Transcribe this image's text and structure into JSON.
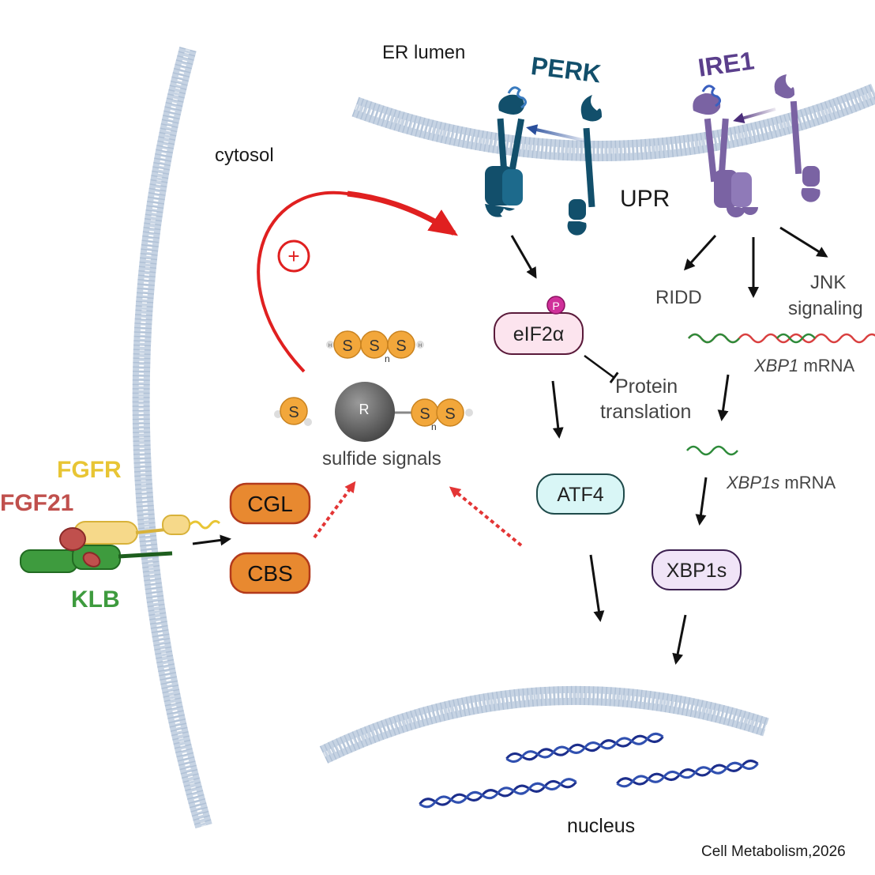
{
  "labels": {
    "er_lumen": "ER lumen",
    "cytosol": "cytosol",
    "perk": "PERK",
    "ire1": "IRE1",
    "upr": "UPR",
    "ridd": "RIDD",
    "jnk_line1": "JNK",
    "jnk_line2": "signaling",
    "xbp1_gene": "XBP1",
    "xbp1_suffix": " mRNA",
    "xbp1s_gene": "XBP1s",
    "xbp1s_suffix": " mRNA",
    "protein_line1": "Protein",
    "protein_line2": "translation",
    "sulfide_signals": "sulfide signals",
    "r_center": "R",
    "s": "S",
    "h": "H",
    "n": "n",
    "plus": "+",
    "phospho": "P",
    "fgfr": "FGFR",
    "fgf21": "FGF21",
    "klb": "KLB",
    "nucleus": "nucleus",
    "citation": "Cell Metabolism,2026"
  },
  "nodes": {
    "eif2a": "eIF2α",
    "atf4": "ATF4",
    "xbp1s": "XBP1s",
    "cgl": "CGL",
    "cbs": "CBS"
  },
  "colors": {
    "perk": "#124f6b",
    "ire1": "#7a63a3",
    "ire1_text": "#5b3f8c",
    "red_arrow": "#e02020",
    "enzyme_fill": "#e88930",
    "enzyme_stroke": "#b33a1c",
    "sulfur": "#f2a73b",
    "fgfr": "#e8c534",
    "fgf21": "#c0504d",
    "klb": "#3e9b3e",
    "dna": "#1c2e8c",
    "eif2a_fill": "#fce4ee",
    "atf4_fill": "#d9f6f6",
    "xbp1s_fill": "#f0e4f7",
    "membrane": "#b9c8dc"
  }
}
